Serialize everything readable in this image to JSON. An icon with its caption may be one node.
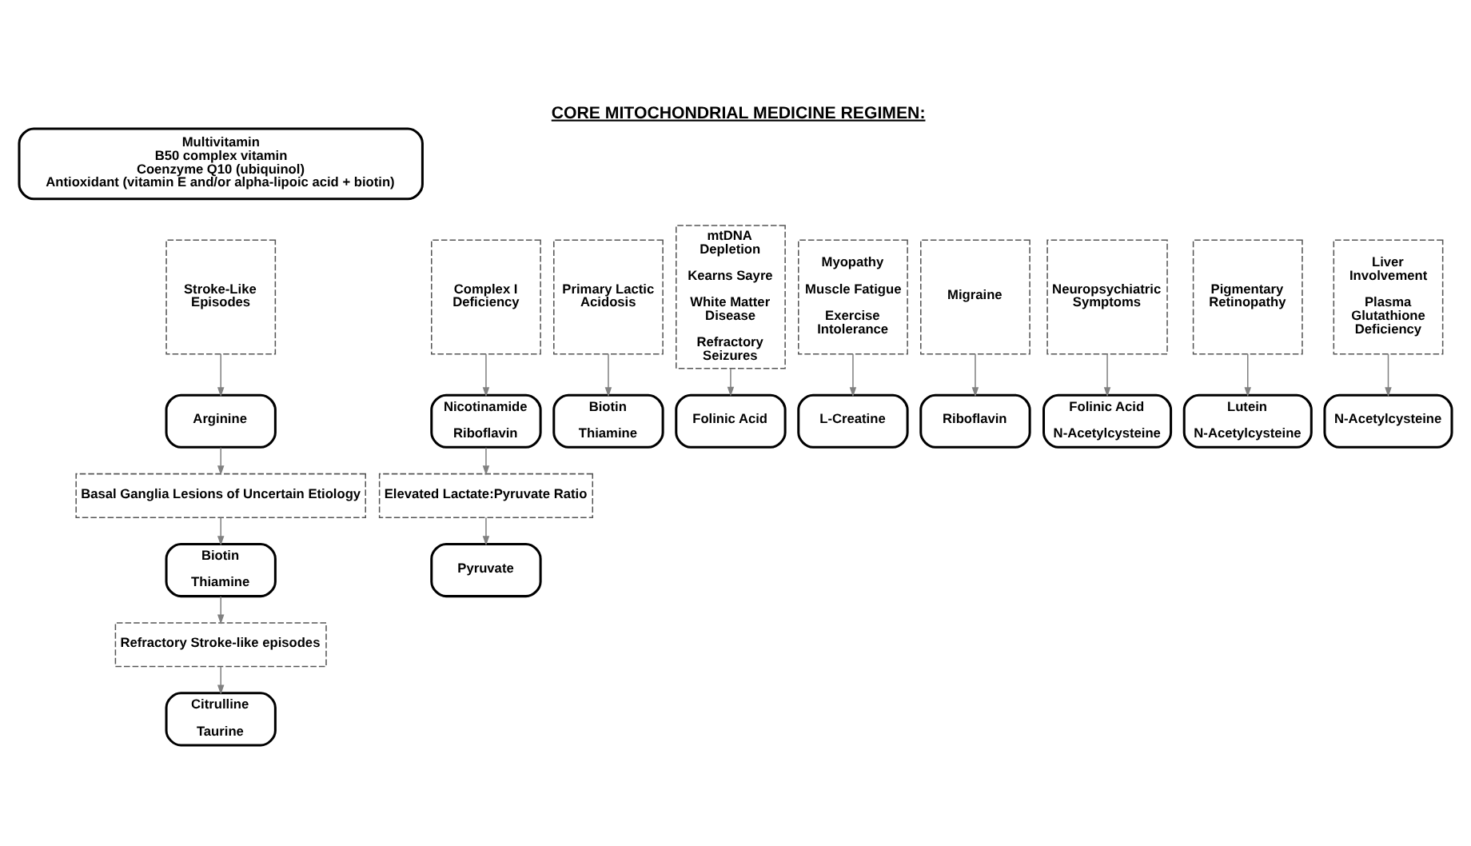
{
  "diagram": {
    "title": "CORE MITOCHONDRIAL MEDICINE REGIMEN:",
    "nodes": [
      {
        "text": [
          "Multivitamin",
          "B50 complex vitamin",
          "Coenzyme Q10 (ubiquinol)",
          "Antioxidant (vitamin E and/or alpha-lipoic acid + biotin)"
        ]
      },
      {
        "text": [
          "Complex I Deficiency"
        ]
      },
      {
        "text": [
          "Primary Lactic Acidosis"
        ]
      },
      {
        "text": [
          "mtDNA Depletion",
          "Kearns Sayre",
          "White Matter Disease",
          "Refractory Seizures"
        ]
      },
      {
        "text": [
          "Myopathy",
          "Muscle Fatigue",
          "Exercise Intolerance"
        ]
      },
      {
        "text": [
          "Stroke-Like Episodes"
        ]
      },
      {
        "text": [
          "Migraine"
        ]
      },
      {
        "text": [
          "Neuropsychiatric Symptoms"
        ]
      },
      {
        "text": [
          "Pigmentary Retinopathy"
        ]
      },
      {
        "text": [
          "Liver Involvement",
          "Plasma Glutathione Deficiency"
        ]
      },
      {
        "text": [
          "Nicotinamide",
          "Riboflavin"
        ]
      },
      {
        "text": [
          "Biotin",
          "Thiamine"
        ]
      },
      {
        "text": [
          "Folinic Acid"
        ]
      },
      {
        "text": [
          "L-Creatine"
        ]
      },
      {
        "text": [
          "Arginine"
        ]
      },
      {
        "text": [
          "Riboflavin"
        ]
      },
      {
        "text": [
          "Folinic Acid",
          "N-Acetylcysteine"
        ]
      },
      {
        "text": [
          "Lutein",
          "N-Acetylcysteine"
        ]
      },
      {
        "text": [
          "N-Acetylcysteine"
        ]
      },
      {
        "text": [
          "Elevated Lactate:Pyruvate Ratio"
        ]
      },
      {
        "text": [
          "Basal Ganglia Lesions of Uncertain Etiology"
        ]
      },
      {
        "text": [
          "Pyruvate"
        ]
      },
      {
        "text": [
          "Biotin",
          "Thiamine"
        ]
      },
      {
        "text": [
          "Refractory Stroke-like episodes"
        ]
      },
      {
        "text": [
          "Citrulline",
          "Taurine"
        ]
      }
    ],
    "edges": [
      {
        "from": 1,
        "to": 10,
        "arrow": "to"
      },
      {
        "from": 2,
        "to": 11,
        "arrow": "to"
      },
      {
        "from": 3,
        "to": 12,
        "arrow": "to"
      },
      {
        "from": 4,
        "to": 13,
        "arrow": "to"
      },
      {
        "from": 5,
        "to": 14,
        "arrow": "to"
      },
      {
        "from": 6,
        "to": 15,
        "arrow": "to"
      },
      {
        "from": 7,
        "to": 16,
        "arrow": "to"
      },
      {
        "from": 8,
        "to": 17,
        "arrow": "to"
      },
      {
        "from": 9,
        "to": 18,
        "arrow": "to"
      },
      {
        "from": 10,
        "to": 19,
        "arrow": "to"
      },
      {
        "from": 14,
        "to": 20,
        "arrow": "to"
      },
      {
        "from": 19,
        "to": 21,
        "arrow": "to"
      },
      {
        "from": 20,
        "to": 22,
        "arrow": "to"
      },
      {
        "from": 22,
        "to": 23,
        "arrow": "to"
      },
      {
        "from": 23,
        "to": 24,
        "arrow": "to"
      }
    ]
  }
}
